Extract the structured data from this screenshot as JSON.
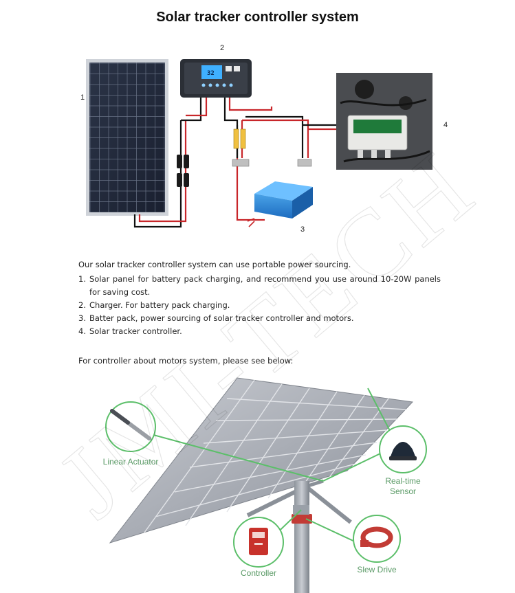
{
  "title": "Solar tracker controller system",
  "diagram1": {
    "labels": [
      "1",
      "2",
      "3",
      "4"
    ],
    "controller_display": "32"
  },
  "description": {
    "intro": "Our solar tracker controller system can use portable power sourcing.",
    "items": [
      {
        "num": "1.",
        "text": "Solar panel for battery pack charging, and recommend you use around 10-20W panels for saving cost."
      },
      {
        "num": "2.",
        "text": "Charger. For battery pack charging."
      },
      {
        "num": "3.",
        "text": "Batter pack, power sourcing of solar tracker controller and motors."
      },
      {
        "num": "4.",
        "text": "Solar tracker controller."
      }
    ],
    "motors_intro": "For controller about motors system, please see below:"
  },
  "diagram2": {
    "callouts": {
      "linear_actuator": "Linear Actuator",
      "sensor_line1": "Real-time",
      "sensor_line2": "Sensor",
      "controller": "Controller",
      "slew_drive": "Slew Drive"
    },
    "accent_color": "#5cbf6a",
    "label_color": "#5a9a66"
  },
  "watermark": "JMI-TECH"
}
